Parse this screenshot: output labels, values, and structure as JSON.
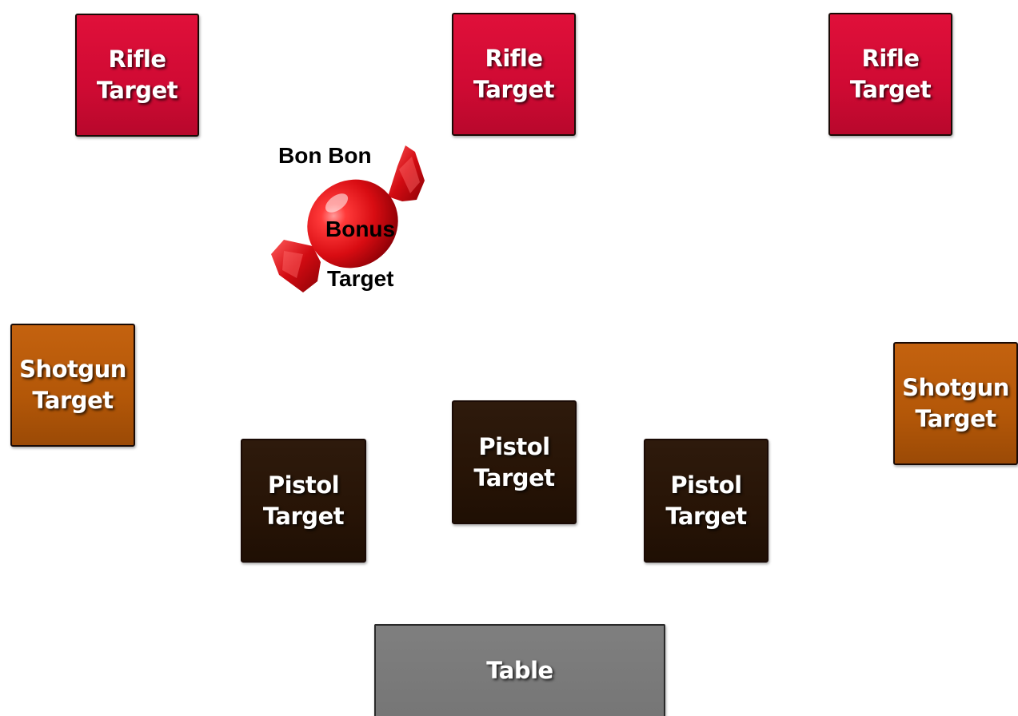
{
  "targets": {
    "rifle_1": {
      "line1": "Rifle",
      "line2": "Target"
    },
    "rifle_2": {
      "line1": "Rifle",
      "line2": "Target"
    },
    "rifle_3": {
      "line1": "Rifle",
      "line2": "Target"
    },
    "shotgun_left": {
      "line1": "Shotgun",
      "line2": "Target"
    },
    "shotgun_right": {
      "line1": "Shotgun",
      "line2": "Target"
    },
    "pistol_left": {
      "line1": "Pistol",
      "line2": "Target"
    },
    "pistol_center": {
      "line1": "Pistol",
      "line2": "Target"
    },
    "pistol_right": {
      "line1": "Pistol",
      "line2": "Target"
    }
  },
  "bonus": {
    "line1": "Bon Bon",
    "line2": "Bonus",
    "line3": "Target",
    "icon": "wrapped-candy-icon"
  },
  "table": {
    "label": "Table"
  },
  "colors": {
    "rifle": "#d00a33",
    "shotgun": "#b35708",
    "pistol": "#271406",
    "table": "#7a7a7a",
    "candy": "#e0101a"
  }
}
